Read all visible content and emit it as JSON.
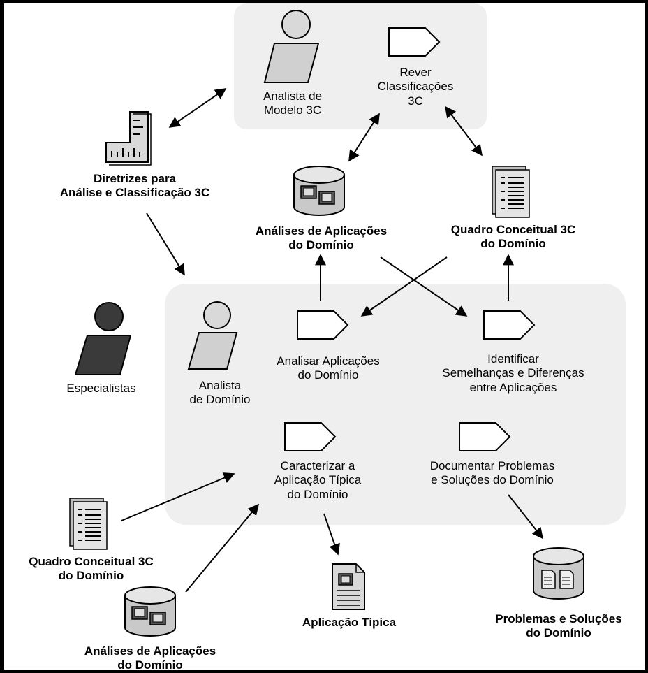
{
  "labels": {
    "analista_modelo": [
      "Analista de",
      "Modelo 3C"
    ],
    "rever": [
      "Rever",
      "Classificações",
      "3C"
    ],
    "diretrizes": [
      "Diretrizes para",
      "Análise e Classificação 3C"
    ],
    "analises_top": [
      "Análises de Aplicações",
      "do Domínio"
    ],
    "quadro_top": [
      "Quadro Conceitual 3C",
      "do Domínio"
    ],
    "especialistas": [
      "Especialistas"
    ],
    "analista_dominio": [
      "Analista",
      "de Domínio"
    ],
    "analisar": [
      "Analisar Aplicações",
      "do Domínio"
    ],
    "identificar": [
      "Identificar",
      "Semelhanças e Diferenças",
      "entre Aplicações"
    ],
    "caracterizar": [
      "Caracterizar a",
      "Aplicação Típica",
      "do Domínio"
    ],
    "documentar": [
      "Documentar Problemas",
      "e Soluções do Domínio"
    ],
    "quadro_bottom": [
      "Quadro Conceitual 3C",
      "do Domínio"
    ],
    "aplicacao_tipica": [
      "Aplicação Típica"
    ],
    "analises_bottom": [
      "Análises de Aplicações",
      "do Domínio"
    ],
    "problemas": [
      "Problemas e Soluções",
      "do Domínio"
    ]
  },
  "colors": {
    "background": "#000000",
    "panel": "#ffffff",
    "region": "#f0f0f0",
    "actor_light": "#d9d9d9",
    "actor_dark": "#3a3a3a",
    "icon_gray": "#cfcfcf"
  }
}
